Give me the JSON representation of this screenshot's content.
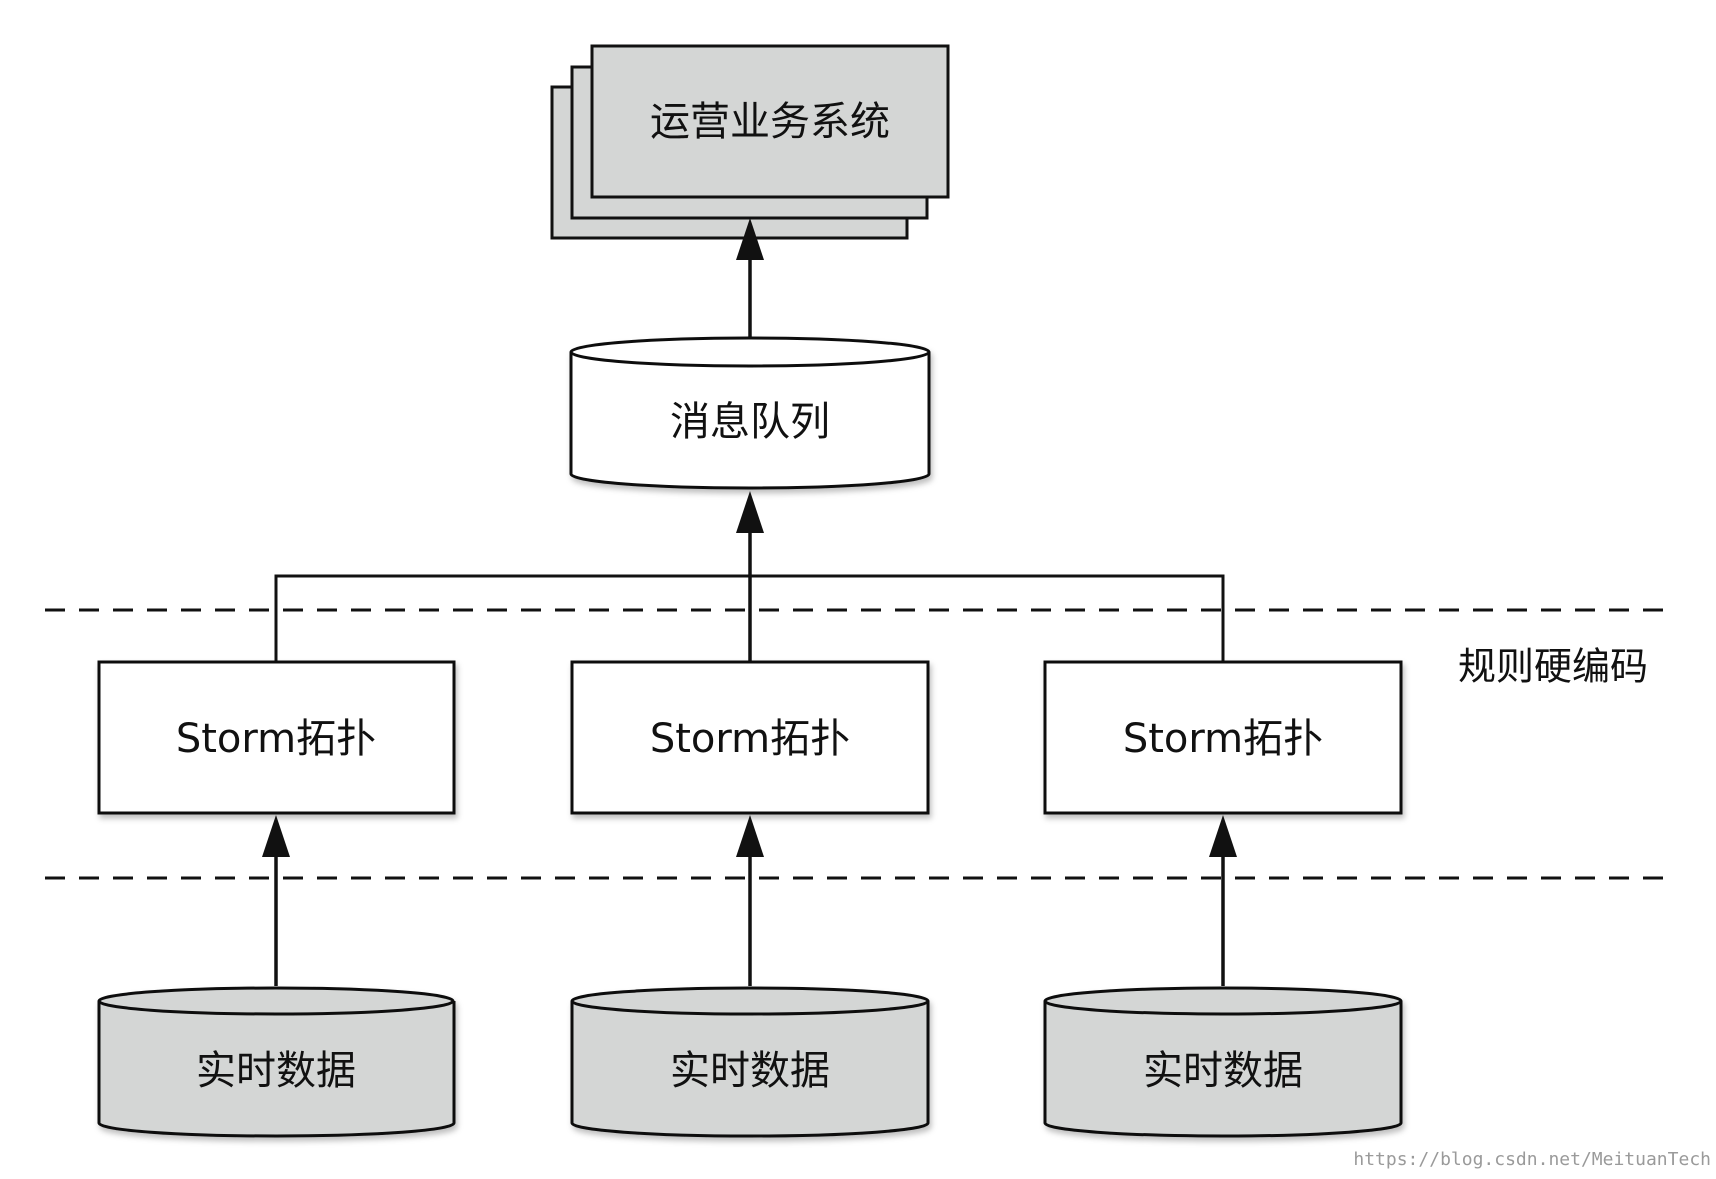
{
  "diagram": {
    "top_system": {
      "label": "运营业务系统"
    },
    "queue": {
      "label": "消息队列"
    },
    "layer_label": "规则硬编码",
    "topologies": [
      {
        "label": "Storm拓扑"
      },
      {
        "label": "Storm拓扑"
      },
      {
        "label": "Storm拓扑"
      }
    ],
    "sources": [
      {
        "label": "实时数据"
      },
      {
        "label": "实时数据"
      },
      {
        "label": "实时数据"
      }
    ],
    "watermark": "https://blog.csdn.net/MeituanTech"
  },
  "colors": {
    "gray_fill": "#d4d6d5",
    "white_fill": "#ffffff",
    "stroke": "#111111"
  }
}
